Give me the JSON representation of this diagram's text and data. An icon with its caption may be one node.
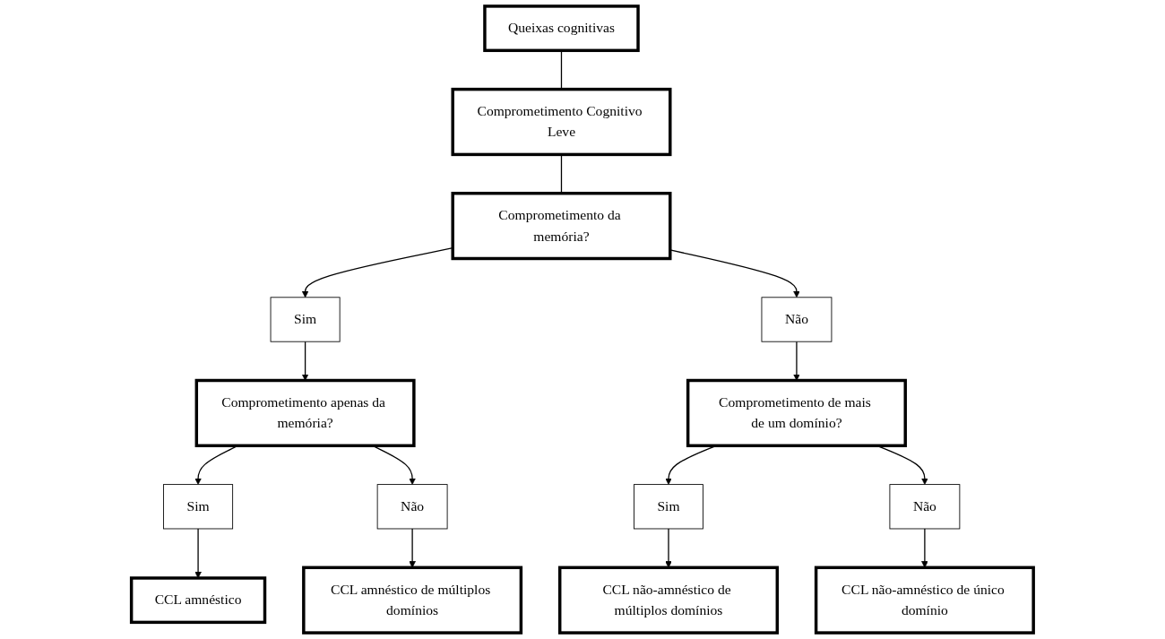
{
  "diagram": {
    "nodes": [
      {
        "text": [
          "Queixas cognitivas"
        ]
      },
      {
        "text": [
          "Comprometimento Cognitivo Leve"
        ]
      },
      {
        "text": [
          "Comprometimento da memória?"
        ]
      },
      {
        "text": [
          "Sim"
        ]
      },
      {
        "text": [
          "Não"
        ]
      },
      {
        "text": [
          "Comprometimento apenas da memória?"
        ]
      },
      {
        "text": [
          "Comprometimento de mais de um domínio?"
        ]
      },
      {
        "text": [
          "Sim"
        ]
      },
      {
        "text": [
          "Não"
        ]
      },
      {
        "text": [
          "Sim"
        ]
      },
      {
        "text": [
          "Não"
        ]
      },
      {
        "text": [
          "CCL amnéstico"
        ]
      },
      {
        "text": [
          "CCL amnéstico de múltiplos domínios"
        ]
      },
      {
        "text": [
          "CCL não-amnéstico de múltiplos domínios"
        ]
      },
      {
        "text": [
          "CCL não-amnéstico de único domínio"
        ]
      }
    ],
    "edges": [
      {
        "from": 0,
        "to": 1,
        "arrow": "none"
      },
      {
        "from": 1,
        "to": 2,
        "arrow": "none"
      },
      {
        "from": 2,
        "to": 3,
        "arrow": "to"
      },
      {
        "from": 2,
        "to": 4,
        "arrow": "to"
      },
      {
        "from": 3,
        "to": 5,
        "arrow": "to"
      },
      {
        "from": 4,
        "to": 6,
        "arrow": "to"
      },
      {
        "from": 5,
        "to": 7,
        "arrow": "to"
      },
      {
        "from": 5,
        "to": 8,
        "arrow": "to"
      },
      {
        "from": 6,
        "to": 9,
        "arrow": "to"
      },
      {
        "from": 6,
        "to": 10,
        "arrow": "to"
      },
      {
        "from": 7,
        "to": 11,
        "arrow": "to"
      },
      {
        "from": 8,
        "to": 12,
        "arrow": "to"
      },
      {
        "from": 9,
        "to": 13,
        "arrow": "to"
      },
      {
        "from": 10,
        "to": 14,
        "arrow": "to"
      }
    ]
  }
}
